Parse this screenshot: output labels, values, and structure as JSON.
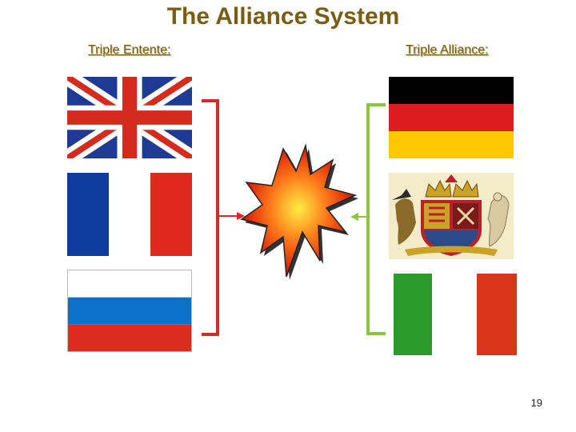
{
  "slide": {
    "title": "The Alliance System",
    "left_heading": "Triple Entente:",
    "right_heading": "Triple Alliance:",
    "page_number": "19"
  },
  "colors": {
    "title": "#7a5c12",
    "entente_bracket": "#d42a2a",
    "alliance_bracket": "#8cc63f",
    "explosion_outer": "#cc0000",
    "explosion_inner": "#ffee44"
  },
  "entente_flags": [
    "uk-flag",
    "france-flag",
    "russia-flag"
  ],
  "alliance_flags": [
    "germany-flag",
    "austria-hungary-coat-of-arms",
    "italy-flag"
  ]
}
